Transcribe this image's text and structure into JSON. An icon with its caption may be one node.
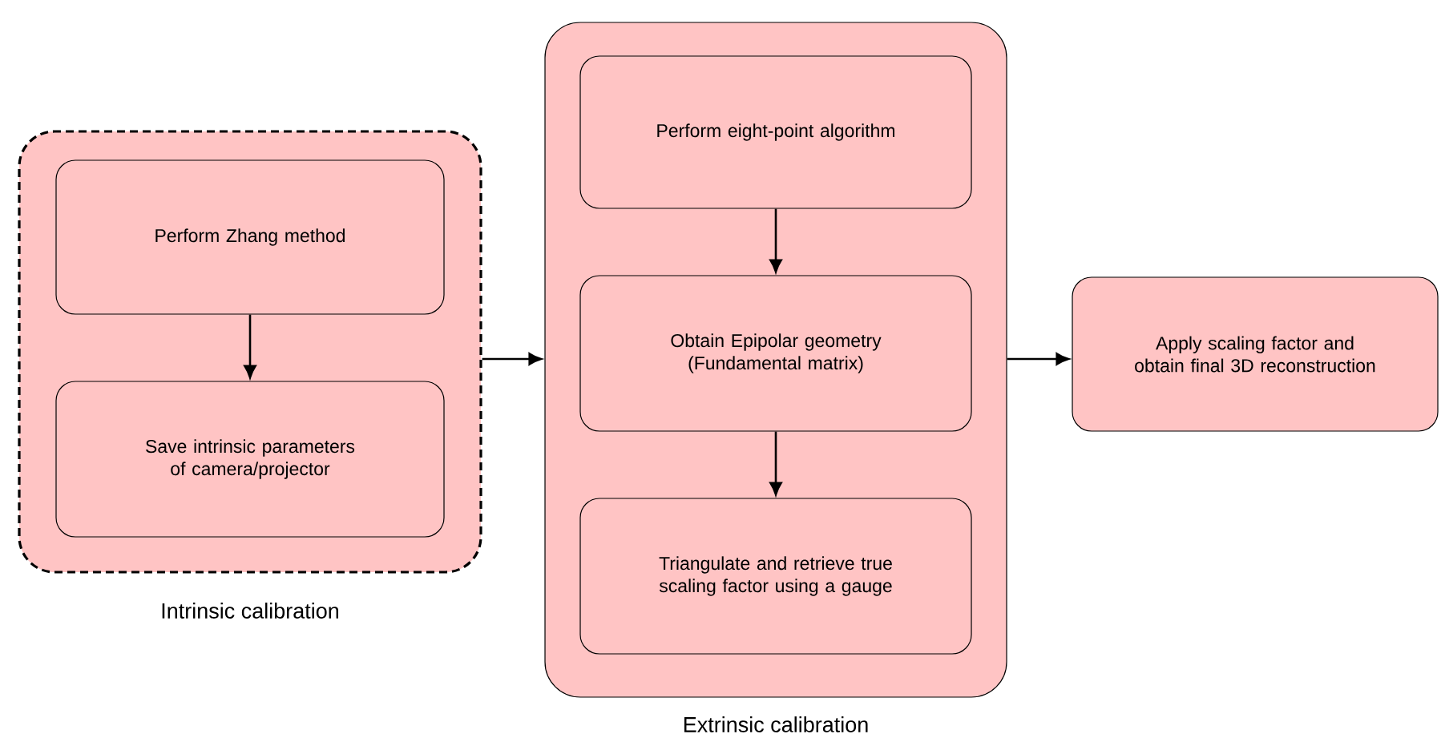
{
  "diagram": {
    "nodes": [
      {
        "text": [
          "Intrinsic calibration"
        ]
      },
      {
        "text": [
          "Perform Zhang method"
        ],
        "in": 0
      },
      {
        "text": [
          "Save intrinsic parameters of camera/projector"
        ],
        "in": 0
      },
      {
        "text": [
          "Extrinsic calibration"
        ]
      },
      {
        "text": [
          "Perform eight-point algorithm"
        ],
        "in": 3
      },
      {
        "text": [
          "Obtain Epipolar geometry (Fundamental matrix)"
        ],
        "in": 3
      },
      {
        "text": [
          "Triangulate and retrieve true scaling factor using a gauge"
        ],
        "in": 3
      },
      {
        "text": [
          "Apply scaling factor and obtain final 3D reconstruction"
        ]
      }
    ],
    "edges": [
      {
        "from": 1,
        "to": 2,
        "arrow": "to"
      },
      {
        "from": 0,
        "to": 3,
        "arrow": "to"
      },
      {
        "from": 4,
        "to": 5,
        "arrow": "to"
      },
      {
        "from": 5,
        "to": 6,
        "arrow": "to"
      },
      {
        "from": 3,
        "to": 7,
        "arrow": "to"
      }
    ]
  }
}
